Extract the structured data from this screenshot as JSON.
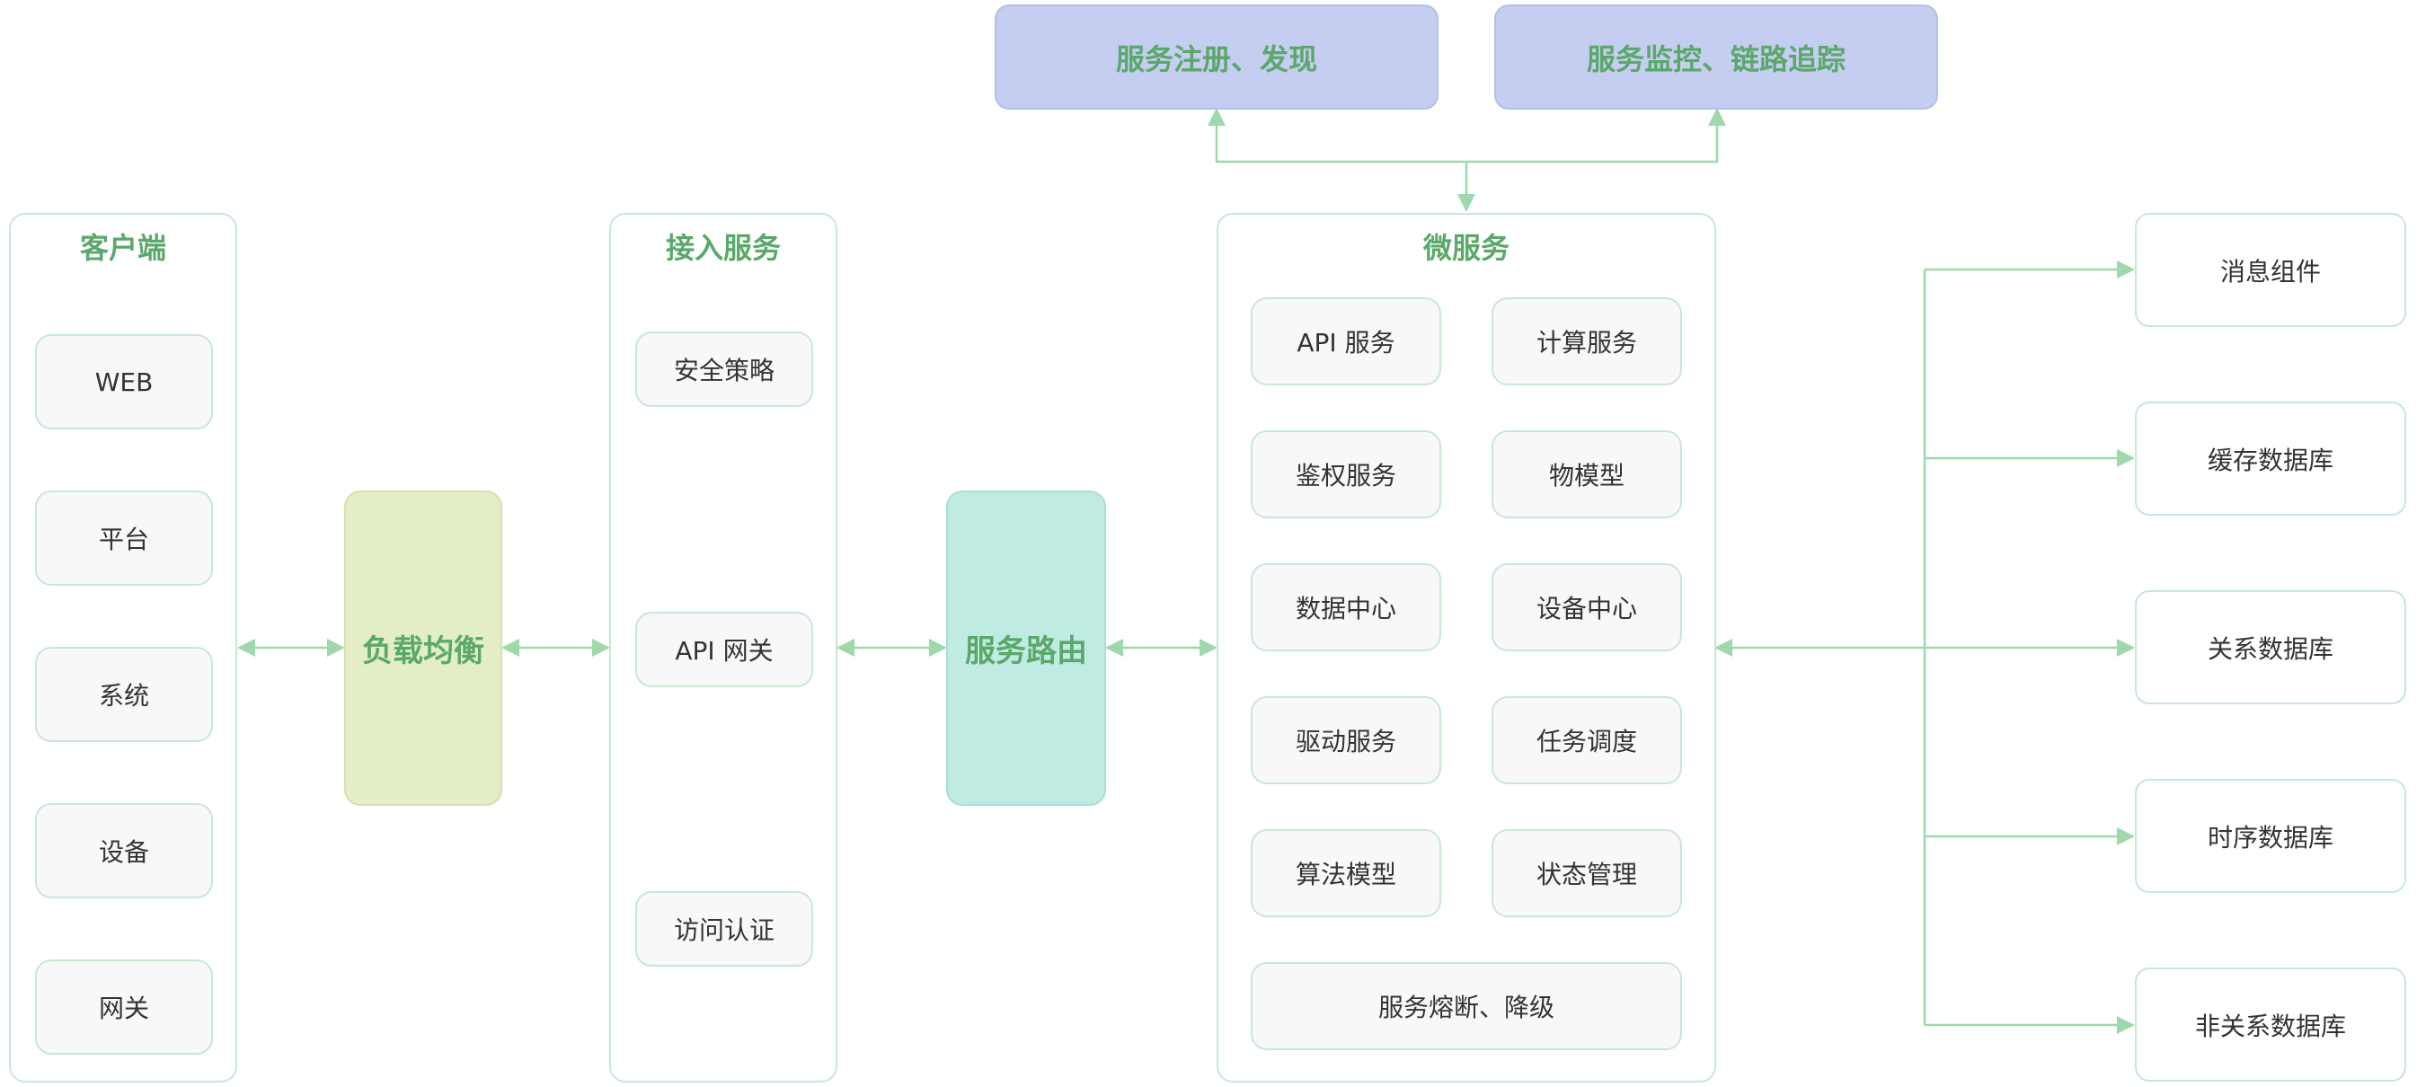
{
  "top": {
    "registry": "服务注册、发现",
    "monitoring": "服务监控、链路追踪"
  },
  "client": {
    "title": "客户端",
    "items": [
      "WEB",
      "平台",
      "系统",
      "设备",
      "网关"
    ]
  },
  "load_balancer": {
    "label": "负载均衡"
  },
  "access": {
    "title": "接入服务",
    "items": [
      "安全策略",
      "API 网关",
      "访问认证"
    ]
  },
  "router": {
    "label": "服务路由"
  },
  "microservices": {
    "title": "微服务",
    "items": [
      "API 服务",
      "计算服务",
      "鉴权服务",
      "物模型",
      "数据中心",
      "设备中心",
      "驱动服务",
      "任务调度",
      "算法模型",
      "状态管理"
    ],
    "wide_item": "服务熔断、降级"
  },
  "storage": {
    "items": [
      "消息组件",
      "缓存数据库",
      "关系数据库",
      "时序数据库",
      "非关系数据库"
    ]
  },
  "colors": {
    "panel_border": "#c8e8cf",
    "accent_text": "#5aa86a",
    "line": "#9fd8ac",
    "load_balancer_fill": "#e3edc6",
    "router_fill": "#c0ebe3",
    "top_fill": "#c5cdf0"
  }
}
